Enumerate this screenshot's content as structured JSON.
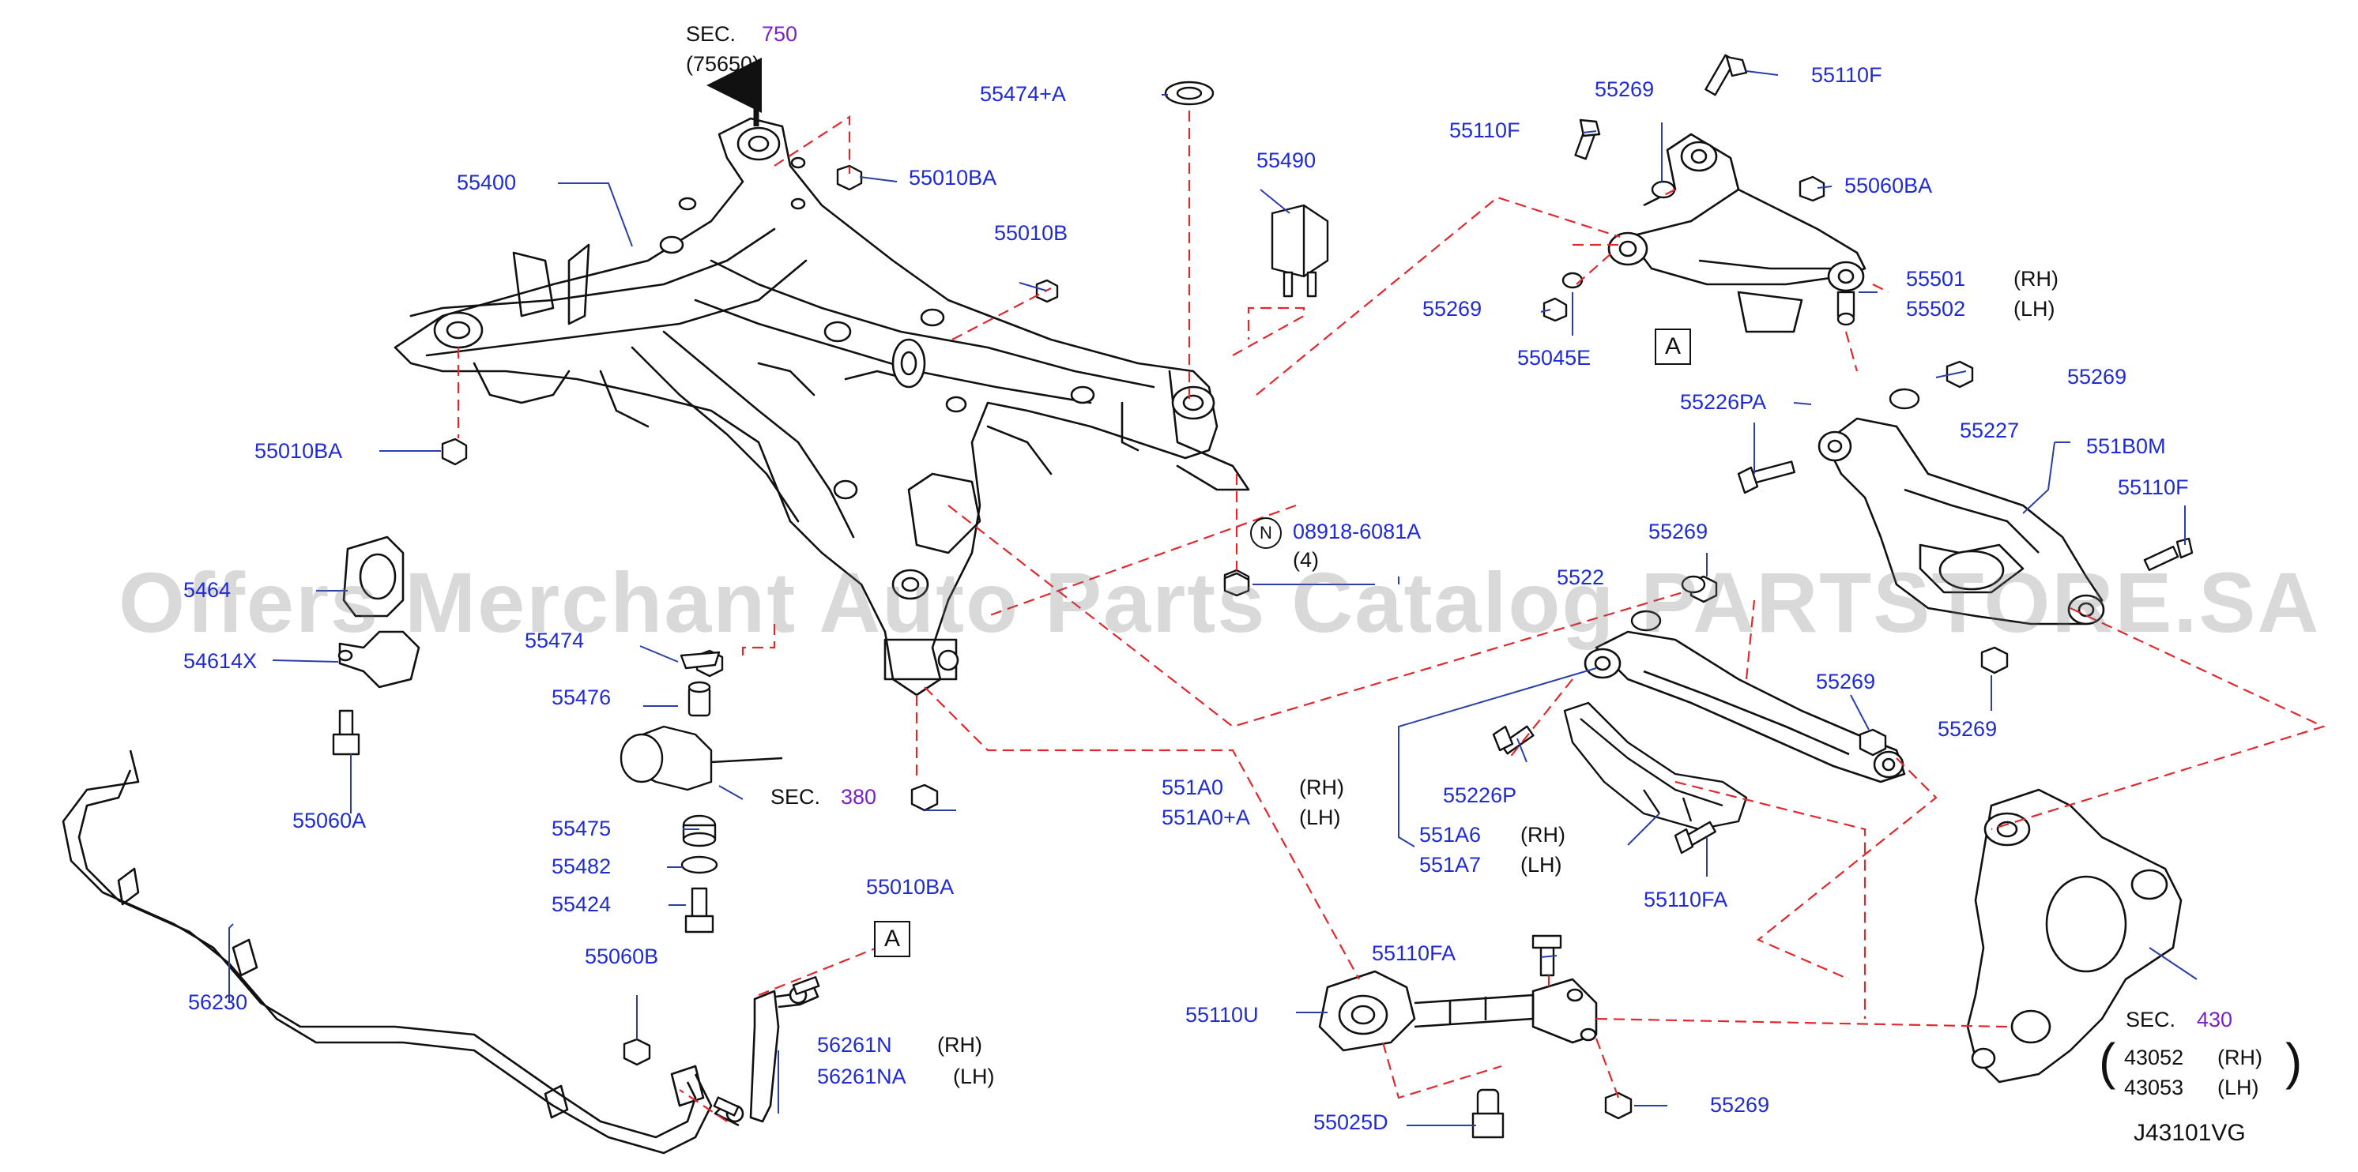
{
  "watermark": "Offers Merchant Auto Parts Catalog PARTSTORE.SA",
  "diagram_code": "J43101VG",
  "colors": {
    "part_label": "#1f2bd6",
    "section_number": "#7a22c8",
    "leader": "#2a3fa8",
    "dashed": "#e0282d",
    "line_art": "#111111"
  },
  "refs": {
    "sec_750": {
      "sec": "SEC.",
      "num": "750",
      "sub": "(75650)"
    },
    "sec_380": {
      "sec": "SEC.",
      "num": "380"
    },
    "sec_430": {
      "sec": "SEC.",
      "num": "430",
      "rh_part": "43052",
      "rh": "(RH)",
      "lh_part": "43053",
      "lh": "(LH)"
    },
    "box_a_upper": "A",
    "box_a_lower": "A",
    "n_mark": "N",
    "n_part": "08918-6081A",
    "n_qty": "(4)"
  },
  "labels": {
    "p55400": "55400",
    "p55010BA_top": "55010BA",
    "p55474A": "55474+A",
    "p55490": "55490",
    "p55010B": "55010B",
    "p55010BA_left": "55010BA",
    "p55010BA_bottom": "55010BA",
    "p55110F_top": "55110F",
    "p55110F_left": "55110F",
    "p55269_top": "55269",
    "p55060BA": "55060BA",
    "p55501": "55501",
    "p55501_side": "(RH)",
    "p55502": "55502",
    "p55502_side": "(LH)",
    "p55269_left": "55269",
    "p55045E": "55045E",
    "p55269_r1": "55269",
    "p55226PA": "55226PA",
    "p55227": "55227",
    "p551B0M": "551B0M",
    "p55110F_right": "55110F",
    "p55269_mid": "55269",
    "p5522": "5522",
    "p55269_r2": "55269",
    "p55269_r3": "55269",
    "p551A0": "551A0",
    "p551A0_side": "(RH)",
    "p551A0A": "551A0+A",
    "p551A0A_side": "(LH)",
    "p55226P": "55226P",
    "p551A6": "551A6",
    "p551A6_side": "(RH)",
    "p551A7": "551A7",
    "p551A7_side": "(LH)",
    "p55110FA_right": "55110FA",
    "p55110FA_low": "55110FA",
    "p55110U": "55110U",
    "p55025D": "55025D",
    "p55269_bottom": "55269",
    "p5464": "5464",
    "p54614X": "54614X",
    "p55060A": "55060A",
    "p55474": "55474",
    "p55476": "55476",
    "p55475": "55475",
    "p55482": "55482",
    "p55424": "55424",
    "p56230": "56230",
    "p55060B": "55060B",
    "p56261N": "56261N",
    "p56261N_side": "(RH)",
    "p56261NA": "56261NA",
    "p56261NA_side": "(LH)"
  }
}
